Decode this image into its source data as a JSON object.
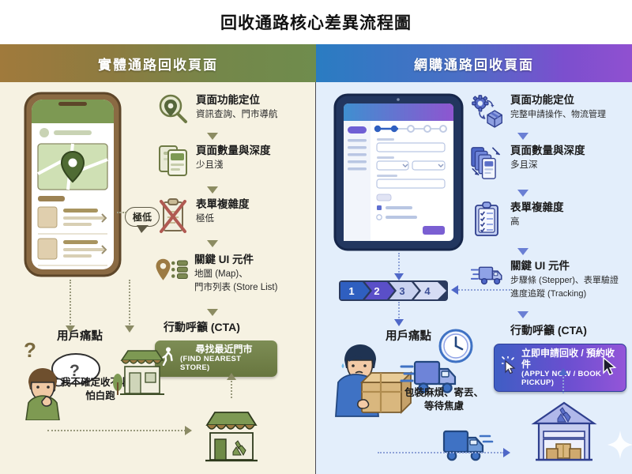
{
  "title": "回收通路核心差異流程圖",
  "columns": {
    "left": {
      "header": "實體通路回收頁面",
      "theme_start": "#a07a3c",
      "theme_end": "#6f8c4d",
      "background": "#f6f2e2",
      "device": "smartphone-mockup",
      "bubble": "極低",
      "features": [
        {
          "icon": "map-search-icon",
          "head": "頁面功能定位",
          "sub": "資訊查詢、門市導航"
        },
        {
          "icon": "two-pages-icon",
          "head": "頁面數量與深度",
          "sub": "少且淺"
        },
        {
          "icon": "clipboard-crossed-icon",
          "head": "表單複雜度",
          "sub": "極低"
        },
        {
          "icon": "map-pin-list-icon",
          "head": "關鍵 UI 元件",
          "sub": "地圖 (Map)、",
          "sub2": "門市列表 (Store List)"
        }
      ],
      "cta": {
        "label": "行動呼籲 (CTA)",
        "icon": "walking-person-icon",
        "cn": "尋找最近門市",
        "en": "(FIND NEAREST STORE)",
        "color": "#6d7a43"
      },
      "pain": {
        "title": "用戶痛點",
        "icon": "thinking-person-icon",
        "thought": "?",
        "quote_line1": "我不確定收不收？",
        "quote_line2": "怕白跑"
      },
      "destination": "recycling-store-icon"
    },
    "right": {
      "header": "網購通路回收頁面",
      "theme_start": "#2a7cc2",
      "theme_end": "#9050d0",
      "background": "#e3eefb",
      "device": "tablet-form-mockup",
      "features": [
        {
          "icon": "gear-package-icon",
          "head": "頁面功能定位",
          "sub": "完整申請操作、物流管理"
        },
        {
          "icon": "stacked-pages-icon",
          "head": "頁面數量與深度",
          "sub": "多且深"
        },
        {
          "icon": "checklist-clipboard-icon",
          "head": "表單複雜度",
          "sub": "高"
        },
        {
          "icon": "delivery-truck-icon",
          "head": "關鍵 UI 元件",
          "sub": "步驟條 (Stepper)、表單驗證",
          "sub2": "進度追蹤 (Tracking)"
        }
      ],
      "stepper": {
        "steps": [
          "1",
          "2",
          "3",
          "4"
        ],
        "active_index": 1,
        "colors": [
          "#2f5fc0",
          "#5a4fc8",
          "#c9d2f0",
          "#d6dcf4"
        ]
      },
      "cta": {
        "label": "行動呼籲 (CTA)",
        "icon": "click-cursor-icon",
        "cn": "立即申請回收 / 預約收件",
        "en": "(APPLY NOW / BOOK PICKUP)",
        "color": "#6a4fd0"
      },
      "pain": {
        "title": "用戶痛點",
        "icon": "stressed-person-box-icon",
        "secondary_icons": [
          "delivery-truck-icon",
          "clock-icon"
        ],
        "quote_line1": "包裝麻煩、寄丟、",
        "quote_line2": "等待焦慮"
      },
      "destination": "recycling-warehouse-icon"
    }
  }
}
